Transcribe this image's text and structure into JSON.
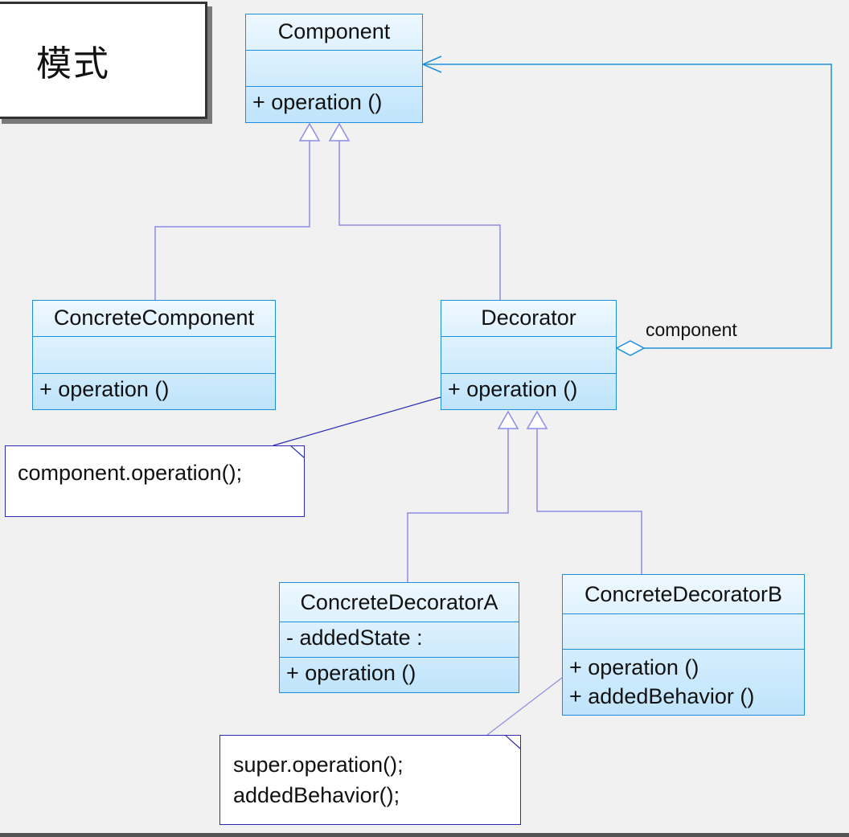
{
  "title": "模式",
  "classes": {
    "component": {
      "name": "Component",
      "attributes": [],
      "operations": [
        "+  operation ()"
      ]
    },
    "concrete_component": {
      "name": "ConcreteComponent",
      "attributes": [],
      "operations": [
        "+  operation ()"
      ]
    },
    "decorator": {
      "name": "Decorator",
      "attributes": [],
      "operations": [
        "+  operation ()"
      ]
    },
    "concrete_decorator_a": {
      "name": "ConcreteDecoratorA",
      "attributes": [
        "-  addedState  :"
      ],
      "operations": [
        "+  operation ()"
      ]
    },
    "concrete_decorator_b": {
      "name": "ConcreteDecoratorB",
      "attributes": [],
      "operations": [
        "+  operation ()",
        "+  addedBehavior ()"
      ]
    }
  },
  "notes": {
    "decorator_note": [
      "component.operation();"
    ],
    "decorator_b_note": [
      "super.operation();",
      "addedBehavior();"
    ]
  },
  "association": {
    "role_label": "component"
  },
  "colors": {
    "generalization": "#8c8ce6",
    "association": "#1d8fd9",
    "note_border": "#2a2ab8"
  }
}
